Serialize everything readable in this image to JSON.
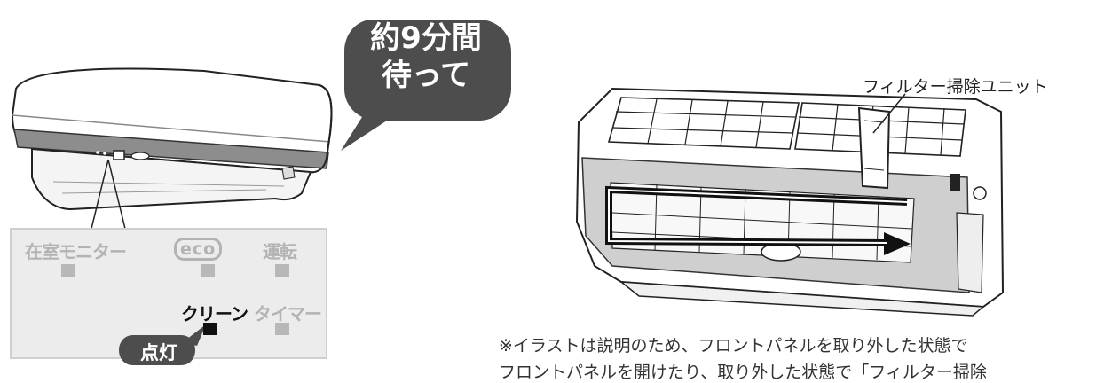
{
  "bubble": {
    "line1": "約9分間",
    "line2": "待って"
  },
  "panel": {
    "label_monitor": "在室モニター",
    "label_eco": "eco",
    "label_run": "運転",
    "label_clean": "クリーン",
    "label_timer": "タイマー",
    "badge_lit": "点灯"
  },
  "unit_callout": "フィルター掃除ユニット",
  "note": {
    "line1": "※イラストは説明のため、フロントパネルを取り外した状態で",
    "line2": "フロントパネルを開けたり、取り外した状態で「フィルター掃除"
  },
  "colors": {
    "lamp_off": "#b8b8b8",
    "lamp_on": "#111111",
    "bubble": "#4d4d4d"
  }
}
